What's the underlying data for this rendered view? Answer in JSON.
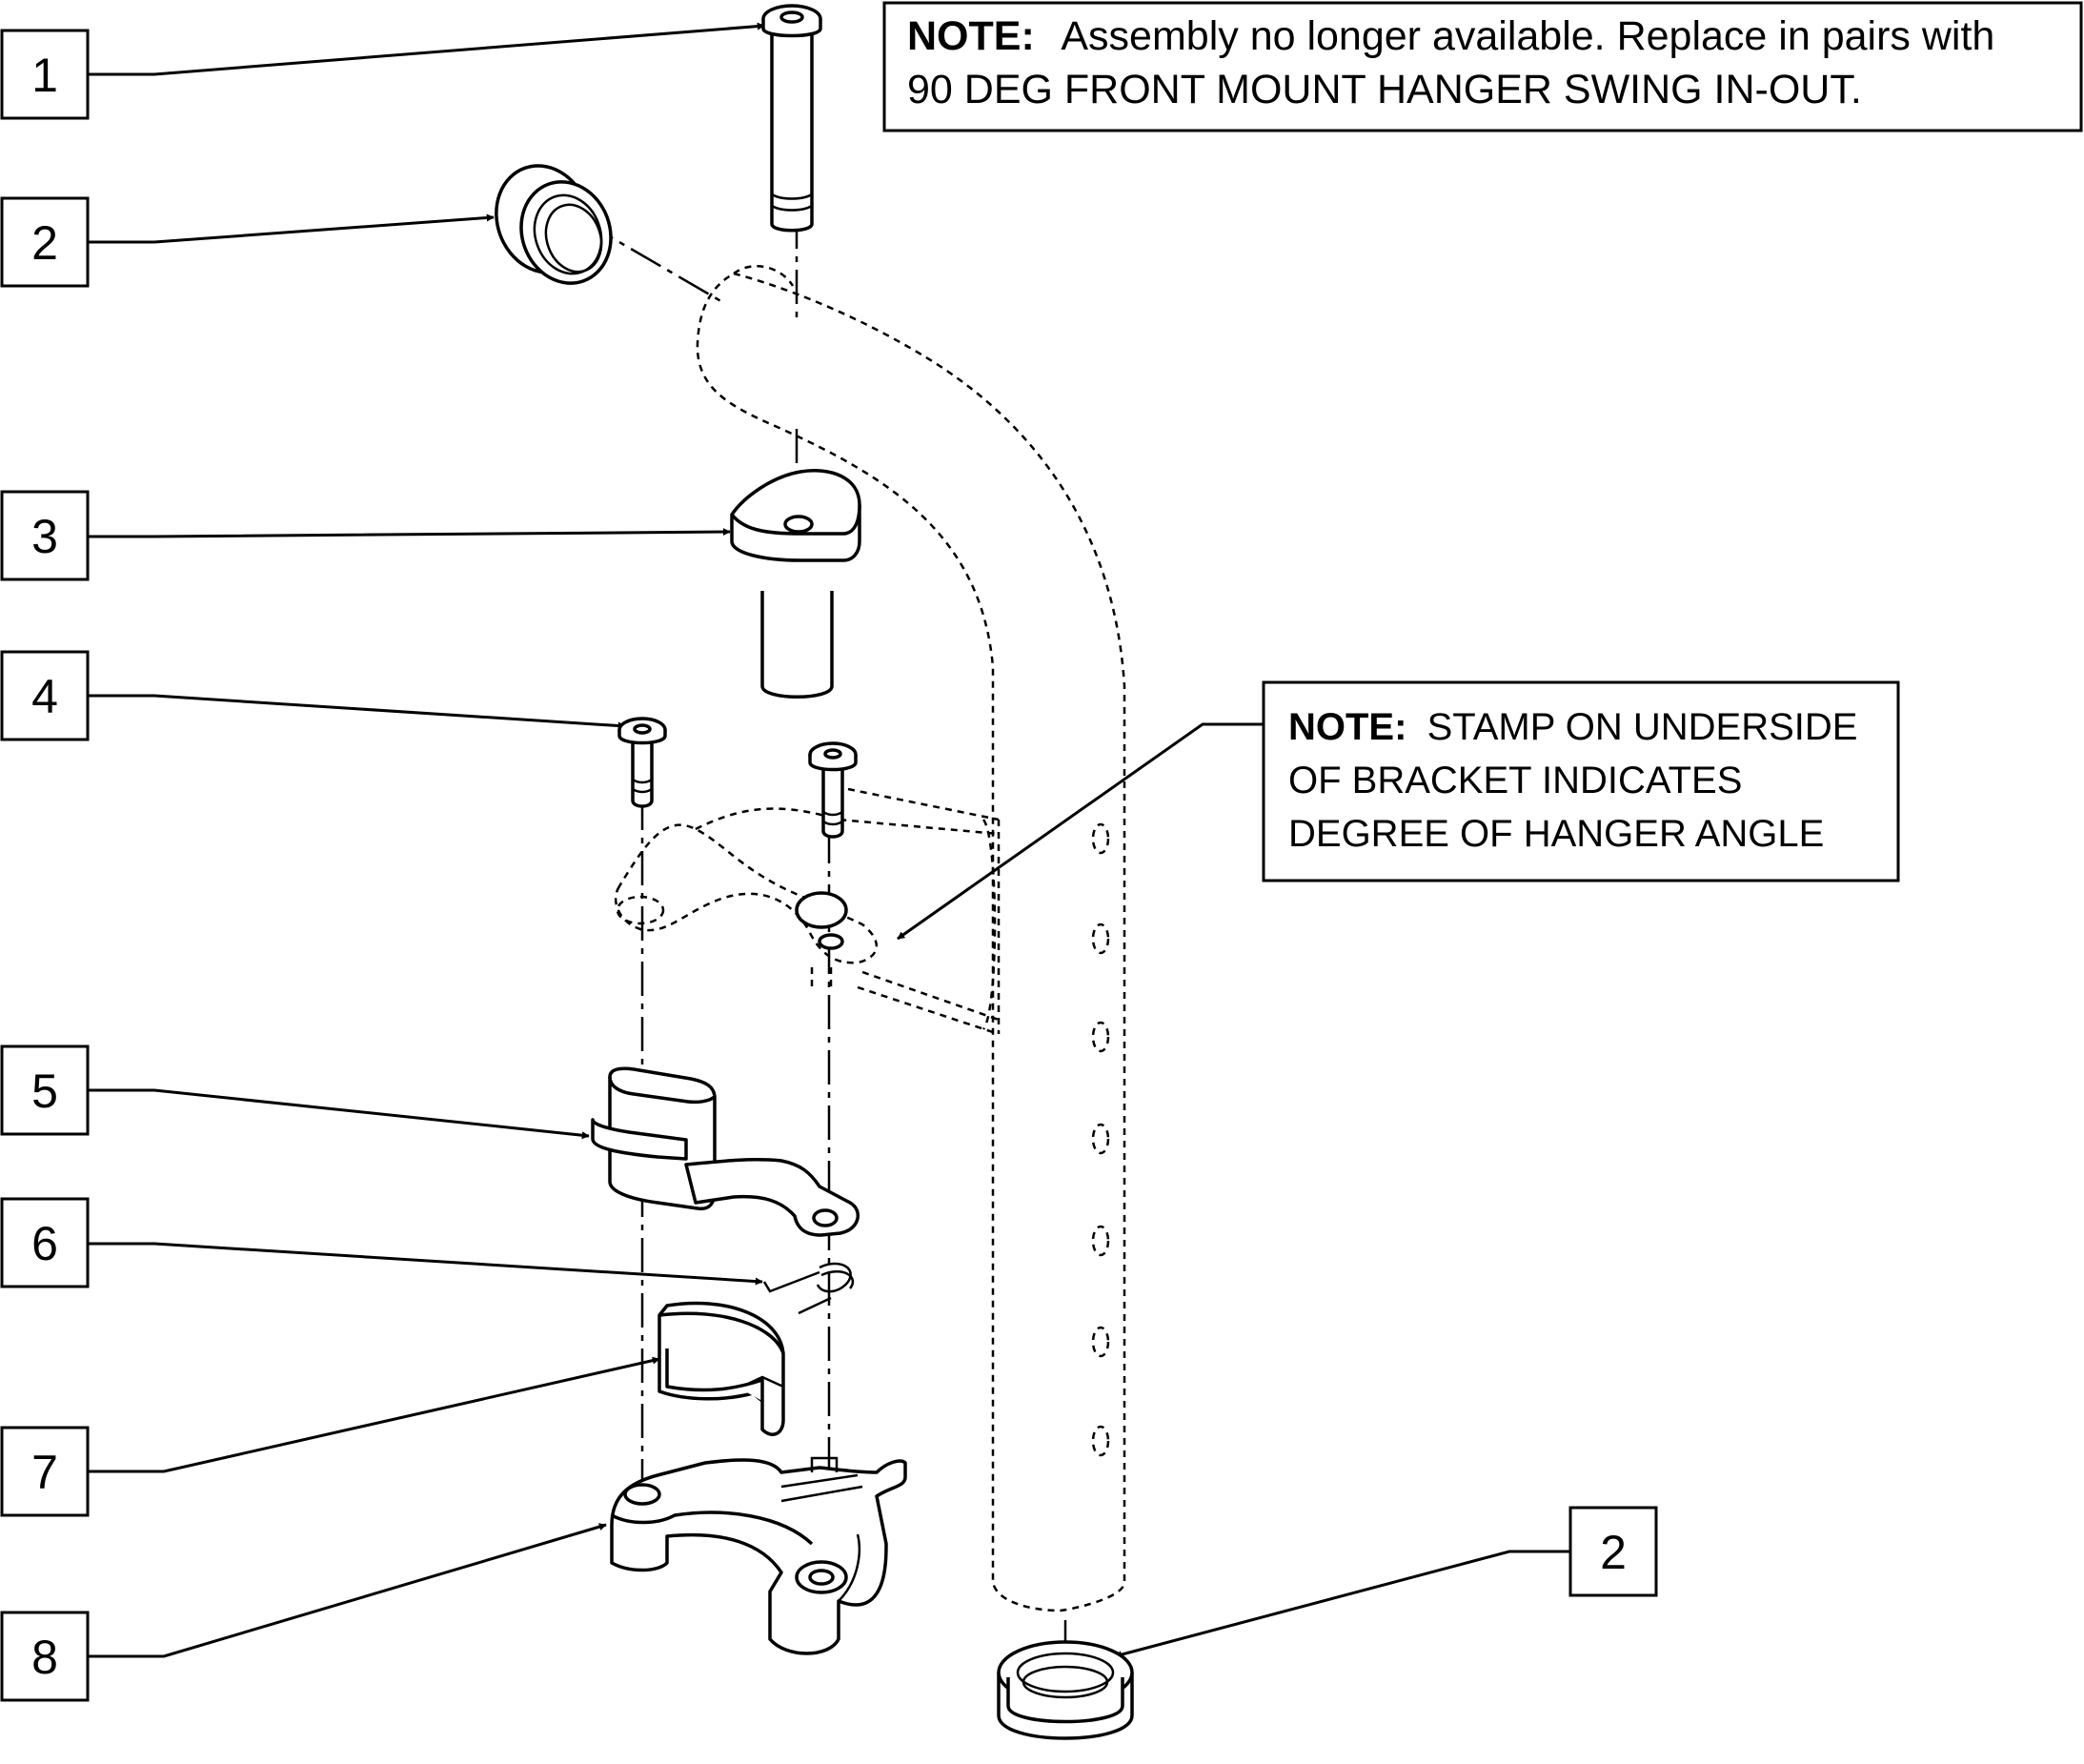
{
  "callouts": [
    {
      "label": "1"
    },
    {
      "label": "2"
    },
    {
      "label": "3"
    },
    {
      "label": "4"
    },
    {
      "label": "5"
    },
    {
      "label": "6"
    },
    {
      "label": "7"
    },
    {
      "label": "8"
    },
    {
      "label": "2"
    }
  ],
  "notes": {
    "top": {
      "prefix": "NOTE:",
      "line1": "Assembly no longer available. Replace in pairs with",
      "line2": "90 DEG FRONT MOUNT HANGER SWING IN-OUT."
    },
    "side": {
      "prefix": "NOTE:",
      "line1": "STAMP ON UNDERSIDE",
      "line2": "OF BRACKET INDICATES",
      "line3": "DEGREE OF HANGER ANGLE"
    }
  }
}
